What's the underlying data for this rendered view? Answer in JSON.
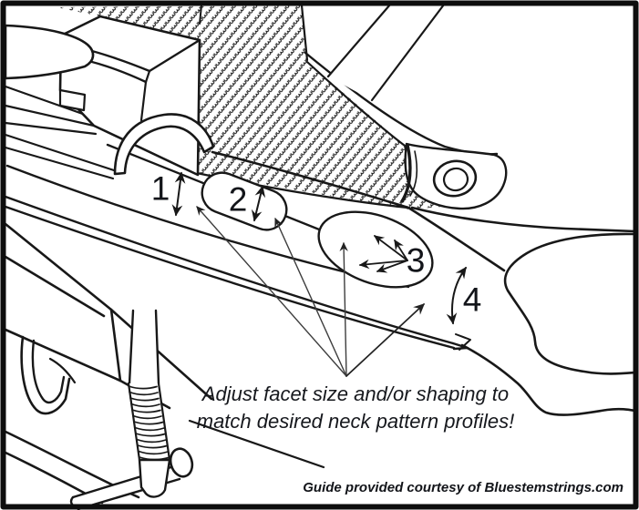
{
  "figure": {
    "region_labels": [
      "1",
      "2",
      "3",
      "4"
    ],
    "caption": {
      "line1": "Adjust facet size and/or shaping to",
      "line2": "match desired neck pattern profiles!"
    },
    "credit": "Guide provided courtesy of Bluestemstrings.com",
    "colors": {
      "ink": "#181818",
      "thin_arrow": "#3d3d3d",
      "paper": "#ffffff"
    }
  }
}
